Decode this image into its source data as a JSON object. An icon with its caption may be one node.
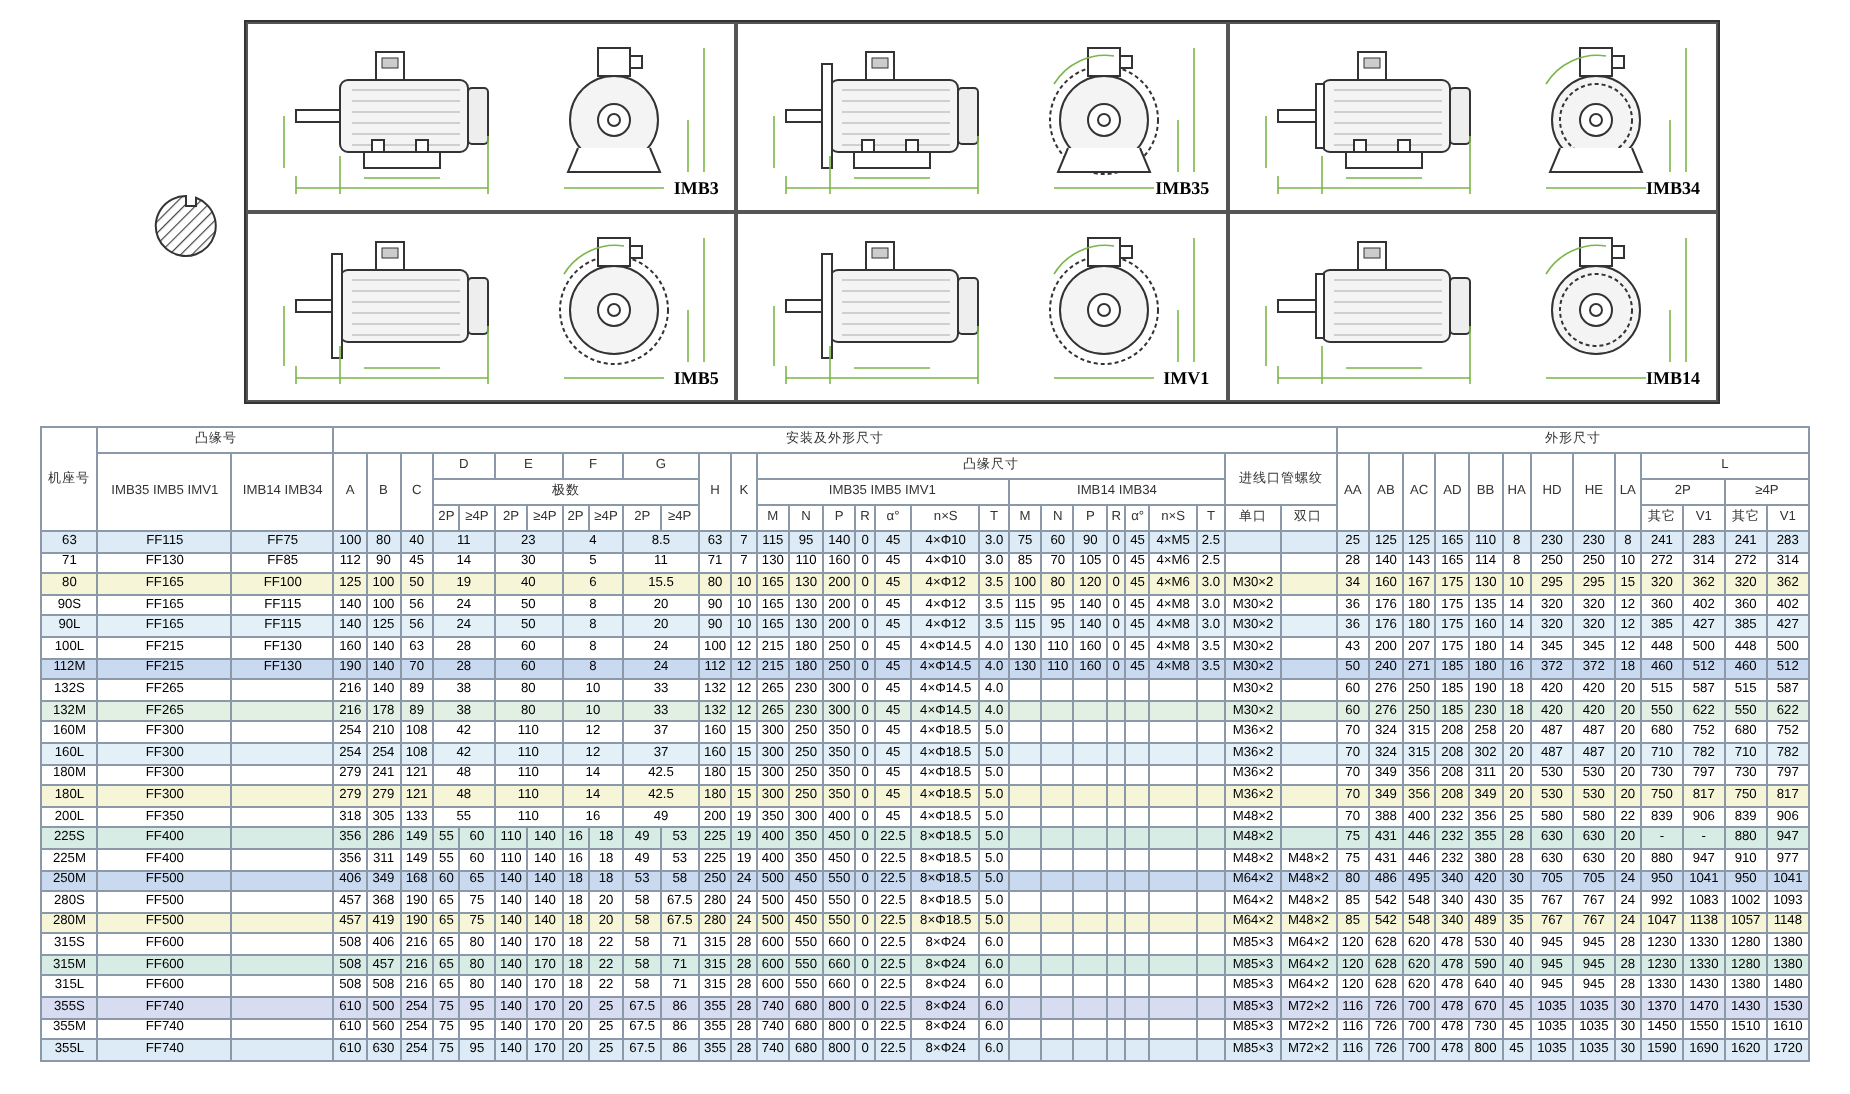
{
  "diagram": {
    "labels": [
      "IMB3",
      "IMB35",
      "IMB34",
      "IMB5",
      "IMV1",
      "IMB14",
      "机座号",
      "凸缘号",
      "安装及外形尺寸",
      "外形尺寸",
      "IMB35 IMB5 IMV1",
      "IMB14 IMB34",
      "A",
      "B",
      "C",
      "D",
      "E",
      "F",
      "G",
      "H",
      "K",
      "凸缘尺寸",
      "进线口管螺纹",
      "AA",
      "AB",
      "AC",
      "AD",
      "BB",
      "HA",
      "HD",
      "HE",
      "LA",
      "L",
      "极数",
      "IMB35 IMB5 IMV1",
      "IMB14 IMB34",
      "2P",
      "≥4P",
      "2P",
      "≥4P",
      "2P",
      "≥4P",
      "2P",
      "≥4P",
      "2P",
      "≥4P",
      "M",
      "N",
      "P",
      "R",
      "α°",
      "n×S",
      "T",
      "M",
      "N",
      "P",
      "R",
      "α°",
      "n×S",
      "T",
      "单口",
      "双口",
      "其它",
      "V1",
      "其它",
      "V1",
      "63",
      "FF115",
      "FF75",
      "100",
      "80",
      "40",
      "11",
      "23",
      "4",
      "8.5",
      "63",
      "7",
      "115",
      "95",
      "140",
      "0",
      "45",
      "4×Φ10",
      "3.0",
      "75",
      "60",
      "90",
      "0",
      "45",
      "4×M5",
      "2.5",
      "25",
      "125",
      "125",
      "165",
      "110",
      "8",
      "230",
      "230",
      "8",
      "241",
      "283",
      "241",
      "283",
      "71",
      "FF130",
      "FF85",
      "112",
      "90",
      "45",
      "14",
      "30",
      "5",
      "11",
      "71",
      "7",
      "130",
      "110",
      "160",
      "0",
      "45",
      "4×Φ10",
      "3.0",
      "85",
      "70",
      "105",
      "0",
      "45",
      "4×M6",
      "2.5",
      "28",
      "140",
      "143",
      "165",
      "114",
      "8",
      "250",
      "250",
      "10",
      "272",
      "314",
      "272",
      "314",
      "80",
      "FF165",
      "FF100",
      "125",
      "100",
      "50",
      "19",
      "40",
      "6",
      "15.5",
      "80",
      "10",
      "165",
      "130",
      "200",
      "0",
      "45",
      "4×Φ12",
      "3.5",
      "100",
      "80",
      "120",
      "0",
      "45",
      "4×M6",
      "3.0",
      "M30×2",
      "34",
      "160",
      "167",
      "175",
      "130",
      "10",
      "295",
      "295",
      "15",
      "320",
      "362",
      "320",
      "362",
      "90S",
      "FF165",
      "FF115",
      "140",
      "100",
      "56",
      "24",
      "50",
      "8",
      "20",
      "90",
      "10",
      "165",
      "130",
      "200",
      "0",
      "45",
      "4×Φ12",
      "3.5",
      "115",
      "95",
      "140",
      "0",
      "45",
      "4×M8",
      "3.0",
      "M30×2",
      "36",
      "176",
      "180",
      "175",
      "135",
      "14",
      "320",
      "320",
      "12",
      "360",
      "402",
      "360",
      "402",
      "90L",
      "FF165",
      "FF115",
      "140",
      "125",
      "56",
      "24",
      "50",
      "8",
      "20",
      "90",
      "10",
      "165",
      "130",
      "200",
      "0",
      "45",
      "4×Φ12",
      "3.5",
      "115",
      "95",
      "140",
      "0",
      "45",
      "4×M8",
      "3.0",
      "M30×2",
      "36",
      "176",
      "180",
      "175",
      "160",
      "14",
      "320",
      "320",
      "12",
      "385",
      "427",
      "385",
      "427",
      "100L",
      "FF215",
      "FF130",
      "160",
      "140",
      "63",
      "28",
      "60",
      "8",
      "24",
      "100",
      "12",
      "215",
      "180",
      "250",
      "0",
      "45",
      "4×Φ14.5",
      "4.0",
      "130",
      "110",
      "160",
      "0",
      "45",
      "4×M8",
      "3.5",
      "M30×2",
      "43",
      "200",
      "207",
      "175",
      "180",
      "14",
      "345",
      "345",
      "12",
      "448",
      "500",
      "448",
      "500",
      "112M",
      "FF215",
      "FF130",
      "190",
      "140",
      "70",
      "28",
      "60",
      "8",
      "24",
      "112",
      "12",
      "215",
      "180",
      "250",
      "0",
      "45",
      "4×Φ14.5",
      "4.0",
      "130",
      "110",
      "160",
      "0",
      "45",
      "4×M8",
      "3.5",
      "M30×2",
      "50",
      "240",
      "271",
      "185",
      "180",
      "16",
      "372",
      "372",
      "18",
      "460",
      "512",
      "460",
      "512",
      "132S",
      "FF265",
      "216",
      "140",
      "89",
      "38",
      "80",
      "10",
      "33",
      "132",
      "12",
      "265",
      "230",
      "300",
      "0",
      "45",
      "4×Φ14.5",
      "4.0",
      "M30×2",
      "60",
      "276",
      "250",
      "185",
      "190",
      "18",
      "420",
      "420",
      "20",
      "515",
      "587",
      "515",
      "587",
      "132M",
      "FF265",
      "216",
      "178",
      "89",
      "38",
      "80",
      "10",
      "33",
      "132",
      "12",
      "265",
      "230",
      "300",
      "0",
      "45",
      "4×Φ14.5",
      "4.0",
      "M30×2",
      "60",
      "276",
      "250",
      "185",
      "230",
      "18",
      "420",
      "420",
      "20",
      "550",
      "622",
      "550",
      "622",
      "160M",
      "FF300",
      "254",
      "210",
      "108",
      "42",
      "110",
      "12",
      "37",
      "160",
      "15",
      "300",
      "250",
      "350",
      "0",
      "45",
      "4×Φ18.5",
      "5.0",
      "M36×2",
      "70",
      "324",
      "315",
      "208",
      "258",
      "20",
      "487",
      "487",
      "20",
      "680",
      "752",
      "680",
      "752",
      "160L",
      "FF300",
      "254",
      "254",
      "108",
      "42",
      "110",
      "12",
      "37",
      "160",
      "15",
      "300",
      "250",
      "350",
      "0",
      "45",
      "4×Φ18.5",
      "5.0",
      "M36×2",
      "70",
      "324",
      "315",
      "208",
      "302",
      "20",
      "487",
      "487",
      "20",
      "710",
      "782",
      "710",
      "782",
      "180M",
      "FF300",
      "279",
      "241",
      "121",
      "48",
      "110",
      "14",
      "42.5",
      "180",
      "15",
      "300",
      "250",
      "350",
      "0",
      "45",
      "4×Φ18.5",
      "5.0",
      "M36×2",
      "70",
      "349",
      "356",
      "208",
      "311",
      "20",
      "530",
      "530",
      "20",
      "730",
      "797",
      "730",
      "797",
      "180L",
      "FF300",
      "279",
      "279",
      "121",
      "48",
      "110",
      "14",
      "42.5",
      "180",
      "15",
      "300",
      "250",
      "350",
      "0",
      "45",
      "4×Φ18.5",
      "5.0",
      "M36×2",
      "70",
      "349",
      "356",
      "208",
      "349",
      "20",
      "530",
      "530",
      "20",
      "750",
      "817",
      "750",
      "817",
      "200L",
      "FF350",
      "318",
      "305",
      "133",
      "55",
      "110",
      "16",
      "49",
      "200",
      "19",
      "350",
      "300",
      "400",
      "0",
      "45",
      "4×Φ18.5",
      "5.0",
      "M48×2",
      "70",
      "388",
      "400",
      "232",
      "356",
      "25",
      "580",
      "580",
      "22",
      "839",
      "906",
      "839",
      "906",
      "225S",
      "FF400",
      "356",
      "286",
      "149",
      "55",
      "60",
      "110",
      "140",
      "16",
      "18",
      "49",
      "53",
      "225",
      "19",
      "400",
      "350",
      "450",
      "0",
      "22.5",
      "8×Φ18.5",
      "5.0",
      "M48×2",
      "75",
      "431",
      "446",
      "232",
      "355",
      "28",
      "630",
      "630",
      "20",
      "-",
      "-",
      "880",
      "947",
      "225M",
      "FF400",
      "356",
      "311",
      "149",
      "55",
      "60",
      "110",
      "140",
      "16",
      "18",
      "49",
      "53",
      "225",
      "19",
      "400",
      "350",
      "450",
      "0",
      "22.5",
      "8×Φ18.5",
      "5.0",
      "M48×2",
      "M48×2",
      "75",
      "431",
      "446",
      "232",
      "380",
      "28",
      "630",
      "630",
      "20",
      "880",
      "947",
      "910",
      "977",
      "250M",
      "FF500",
      "406",
      "349",
      "168",
      "60",
      "65",
      "140",
      "140",
      "18",
      "18",
      "53",
      "58",
      "250",
      "24",
      "500",
      "450",
      "550",
      "0",
      "22.5",
      "8×Φ18.5",
      "5.0",
      "M64×2",
      "M48×2",
      "80",
      "486",
      "495",
      "340",
      "420",
      "30",
      "705",
      "705",
      "24",
      "950",
      "1041",
      "950",
      "1041",
      "280S",
      "FF500",
      "457",
      "368",
      "190",
      "65",
      "75",
      "140",
      "140",
      "18",
      "20",
      "58",
      "67.5",
      "280",
      "24",
      "500",
      "450",
      "550",
      "0",
      "22.5",
      "8×Φ18.5",
      "5.0",
      "M64×2",
      "M48×2",
      "85",
      "542",
      "548",
      "340",
      "430",
      "35",
      "767",
      "767",
      "24",
      "992",
      "1083",
      "1002",
      "1093",
      "280M",
      "FF500",
      "457",
      "419",
      "190",
      "65",
      "75",
      "140",
      "140",
      "18",
      "20",
      "58",
      "67.5",
      "280",
      "24",
      "500",
      "450",
      "550",
      "0",
      "22.5",
      "8×Φ18.5",
      "5.0",
      "M64×2",
      "M48×2",
      "85",
      "542",
      "548",
      "340",
      "489",
      "35",
      "767",
      "767",
      "24",
      "1047",
      "1138",
      "1057",
      "1148",
      "315S",
      "FF600",
      "508",
      "406",
      "216",
      "65",
      "80",
      "140",
      "170",
      "18",
      "22",
      "58",
      "71",
      "315",
      "28",
      "600",
      "550",
      "660",
      "0",
      "22.5",
      "8×Φ24",
      "6.0",
      "M85×3",
      "M64×2",
      "120",
      "628",
      "620",
      "478",
      "530",
      "40",
      "945",
      "945",
      "28",
      "1230",
      "1330",
      "1280",
      "1380",
      "315M",
      "FF600",
      "508",
      "457",
      "216",
      "65",
      "80",
      "140",
      "170",
      "18",
      "22",
      "58",
      "71",
      "315",
      "28",
      "600",
      "550",
      "660",
      "0",
      "22.5",
      "8×Φ24",
      "6.0",
      "M85×3",
      "M64×2",
      "120",
      "628",
      "620",
      "478",
      "590",
      "40",
      "945",
      "945",
      "28",
      "1230",
      "1330",
      "1280",
      "1380",
      "315L",
      "FF600",
      "508",
      "508",
      "216",
      "65",
      "80",
      "140",
      "170",
      "18",
      "22",
      "58",
      "71",
      "315",
      "28",
      "600",
      "550",
      "660",
      "0",
      "22.5",
      "8×Φ24",
      "6.0",
      "M85×3",
      "M64×2",
      "120",
      "628",
      "620",
      "478",
      "640",
      "40",
      "945",
      "945",
      "28",
      "1330",
      "1430",
      "1380",
      "1480",
      "355S",
      "FF740",
      "610",
      "500",
      "254",
      "75",
      "95",
      "140",
      "170",
      "20",
      "25",
      "67.5",
      "86",
      "355",
      "28",
      "740",
      "680",
      "800",
      "0",
      "22.5",
      "8×Φ24",
      "6.0",
      "M85×3",
      "M72×2",
      "116",
      "726",
      "700",
      "478",
      "670",
      "45",
      "1035",
      "1035",
      "30",
      "1370",
      "1470",
      "1430",
      "1530",
      "355M",
      "FF740",
      "610",
      "560",
      "254",
      "75",
      "95",
      "140",
      "170",
      "20",
      "25",
      "67.5",
      "86",
      "355",
      "28",
      "740",
      "680",
      "800",
      "0",
      "22.5",
      "8×Φ24",
      "6.0",
      "M85×3",
      "M72×2",
      "116",
      "726",
      "700",
      "478",
      "730",
      "45",
      "1035",
      "1035",
      "30",
      "1450",
      "1550",
      "1510",
      "1610",
      "355L",
      "FF740",
      "610",
      "630",
      "254",
      "75",
      "95",
      "140",
      "170",
      "20",
      "25",
      "67.5",
      "86",
      "355",
      "28",
      "740",
      "680",
      "800",
      "0",
      "22.5",
      "8×Φ24",
      "6.0",
      "M85×3",
      "M72×2",
      "116",
      "726",
      "700",
      "478",
      "800",
      "45",
      "1035",
      "1035",
      "30",
      "1590",
      "1690",
      "1620",
      "1720"
    ]
  }
}
